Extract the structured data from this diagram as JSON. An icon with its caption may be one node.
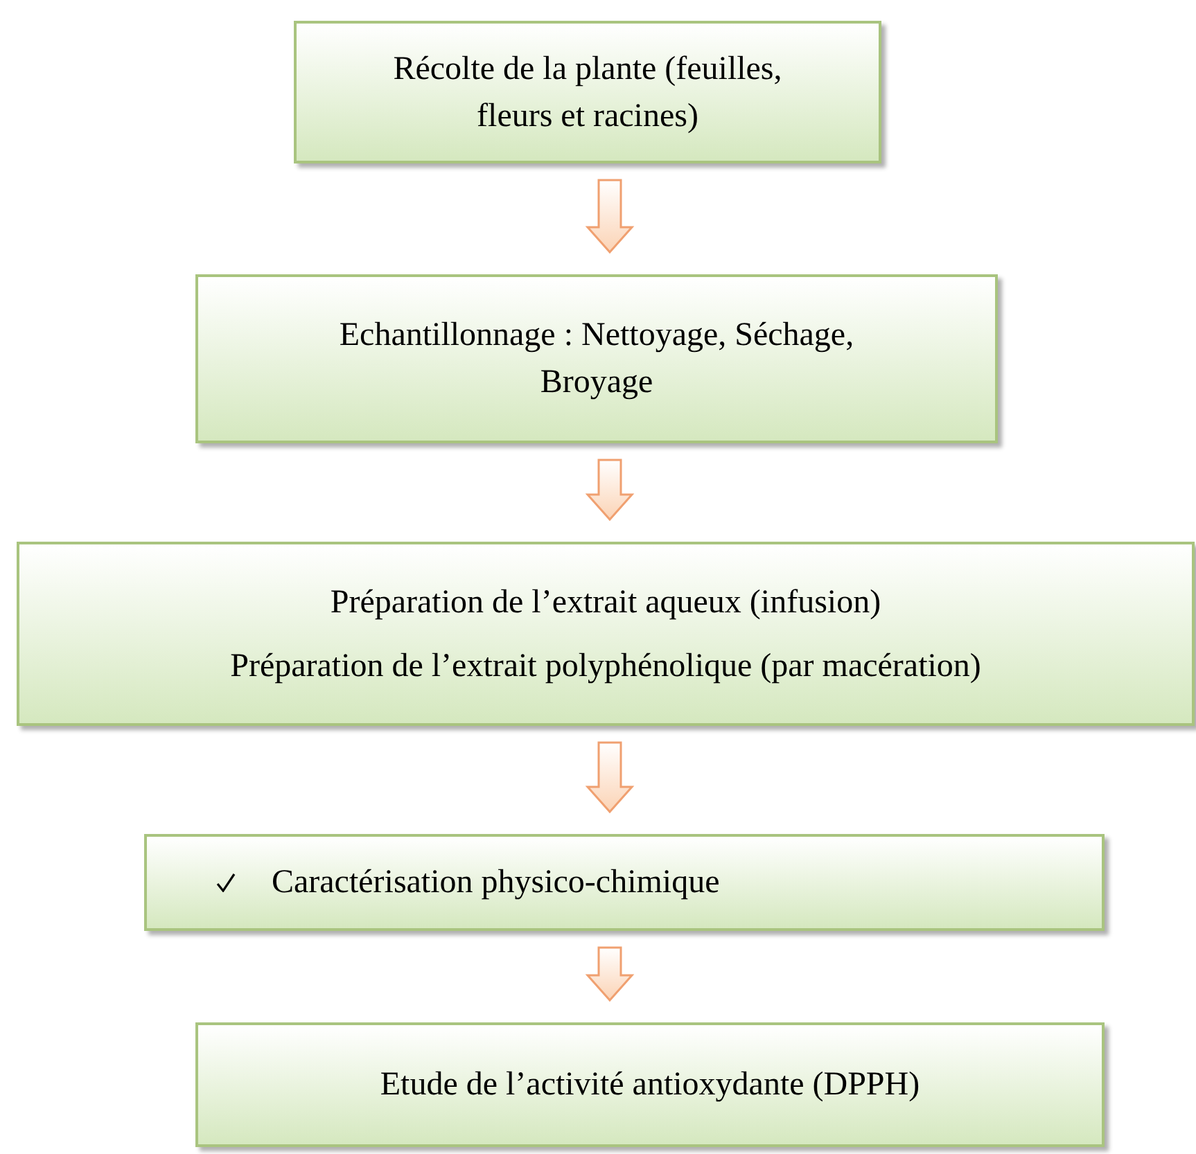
{
  "diagram": {
    "nodes": [
      {
        "text": [
          "Récolte de la plante (feuilles, fleurs et racines)"
        ]
      },
      {
        "text": [
          "Echantillonnage : Nettoyage, Séchage, Broyage"
        ]
      },
      {
        "text": [
          "Préparation de l’extrait aqueux (infusion)",
          "Préparation de l’extrait polyphénolique (par macération)"
        ]
      },
      {
        "text": [
          "Caractérisation physico-chimique"
        ]
      },
      {
        "text": [
          "Etude de l’activité antioxydante (DPPH)"
        ]
      }
    ],
    "edges": [
      {
        "from": 0,
        "to": 1,
        "arrow": "to"
      },
      {
        "from": 1,
        "to": 2,
        "arrow": "to"
      },
      {
        "from": 2,
        "to": 3,
        "arrow": "to"
      },
      {
        "from": 3,
        "to": 4,
        "arrow": "to"
      }
    ]
  }
}
